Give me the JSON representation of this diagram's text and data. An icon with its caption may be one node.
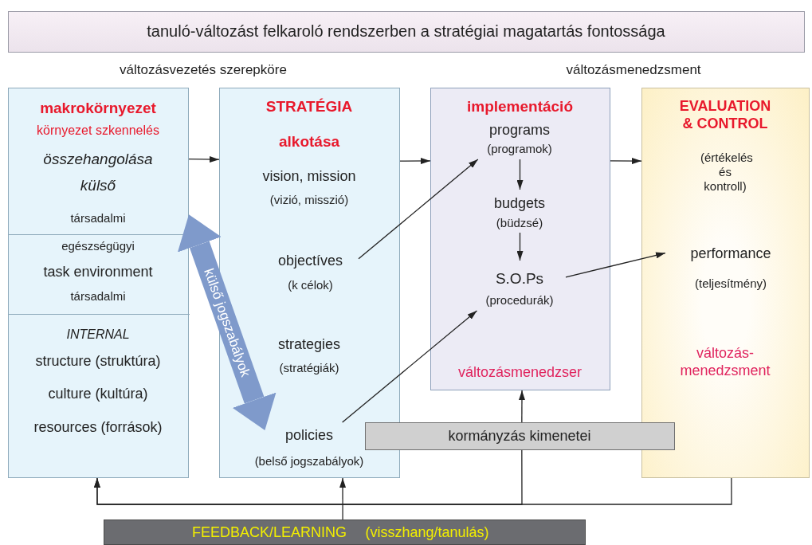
{
  "diagram": {
    "nodes": [
      {
        "text": [
          "tanuló-változást felkaroló rendszerben a  stratégiai magatartás fontossága"
        ]
      },
      {
        "text": [],
        "shape": "box"
      },
      {
        "text": [
          "makrokörnyezet",
          "környezet szkennelés",
          "összehangolása",
          "külső",
          "társadalmi"
        ],
        "in": 1
      },
      {
        "text": [
          "egészségügyi",
          "task environment",
          "társadalmi"
        ],
        "in": 1
      },
      {
        "text": [
          "INTERNAL",
          "structure (struktúra)",
          "culture (kultúra)",
          "resources (források)"
        ],
        "in": 1
      },
      {
        "text": [
          "STRATÉGIA",
          "alkotása"
        ]
      },
      {
        "text": [
          "vision, mission",
          "(vizió, misszió)"
        ],
        "in": 5
      },
      {
        "text": [
          "objectíves",
          "(k célok)"
        ],
        "in": 5
      },
      {
        "text": [
          "strategies",
          "(stratégiák)"
        ],
        "in": 5
      },
      {
        "text": [
          "policies",
          "(belső jogszabályok)"
        ],
        "in": 5
      },
      {
        "text": [
          "implementáció",
          "változásmenedzser"
        ]
      },
      {
        "text": [
          "programs",
          "(programok)"
        ],
        "in": 10
      },
      {
        "text": [
          "budgets",
          "(büdzsé)"
        ],
        "in": 10
      },
      {
        "text": [
          "S.O.Ps",
          "(procedurák)"
        ],
        "in": 10
      },
      {
        "text": [
          "EVALUATION & CONTROL",
          "(értékelés és kontroll)",
          "változás-menedzsment"
        ]
      },
      {
        "text": [
          "performance",
          "(teljesítmény)"
        ],
        "in": 14
      },
      {
        "text": [
          "kormányzás kimenetei"
        ]
      },
      {
        "text": [
          "FEEDBACK/LEARNING",
          "(visszhang/tanulás)"
        ]
      }
    ],
    "edges": [
      {
        "from": 2,
        "to": 5,
        "arrow": "to"
      },
      {
        "from": 5,
        "to": 10,
        "arrow": "to"
      },
      {
        "from": 10,
        "to": 14,
        "arrow": "to"
      },
      {
        "from": 7,
        "to": 11,
        "arrow": "to"
      },
      {
        "from": 9,
        "to": 13,
        "arrow": "to"
      },
      {
        "from": 11,
        "to": 12,
        "arrow": "to"
      },
      {
        "from": 12,
        "to": 13,
        "arrow": "to"
      },
      {
        "from": 13,
        "to": 15,
        "arrow": "to"
      },
      {
        "from": 2,
        "to": 9,
        "arrow": "both",
        "label": "külső jogszabályok",
        "style": "thick",
        "color": "#7f9acb"
      },
      {
        "from": 16,
        "to": 10,
        "arrow": "to"
      },
      {
        "from": 16,
        "to": 1,
        "arrow": "to"
      },
      {
        "from": 14,
        "to": 1,
        "arrow": "to"
      },
      {
        "from": 17,
        "to": 5,
        "arrow": "to"
      }
    ],
    "labels": [
      "változásvezetés szerepköre",
      "változásmenedzsment"
    ]
  }
}
